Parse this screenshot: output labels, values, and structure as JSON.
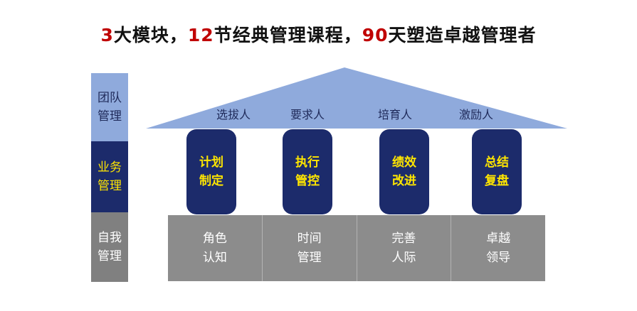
{
  "title": {
    "part1_num": "3",
    "part1_text": "大模块，",
    "part2_num": "12",
    "part2_text": "节经典管理课程，",
    "part3_num": "90",
    "part3_text": "天塑造卓越管理者"
  },
  "side_blocks": [
    {
      "line1": "团队",
      "line2": "管理",
      "bg": "#8faadc",
      "color": "#1f2a5a"
    },
    {
      "line1": "业务",
      "line2": "管理",
      "bg": "#1c2b6b",
      "color": "#ffe600"
    },
    {
      "line1": "自我",
      "line2": "管理",
      "bg": "#808080",
      "color": "#ffffff"
    }
  ],
  "roof_labels": [
    "选拔人",
    "要求人",
    "培育人",
    "激励人"
  ],
  "pillars": [
    {
      "line1": "计划",
      "line2": "制定"
    },
    {
      "line1": "执行",
      "line2": "管控"
    },
    {
      "line1": "绩效",
      "line2": "改进"
    },
    {
      "line1": "总结",
      "line2": "复盘"
    }
  ],
  "base_cells": [
    {
      "line1": "角色",
      "line2": "认知"
    },
    {
      "line1": "时间",
      "line2": "管理"
    },
    {
      "line1": "完善",
      "line2": "人际"
    },
    {
      "line1": "卓越",
      "line2": "领导"
    }
  ],
  "colors": {
    "accent_red": "#c00000",
    "roof_blue": "#8faadc",
    "navy": "#1c2b6b",
    "pillar_text_yellow": "#ffe600",
    "base_gray": "#8c8c8c"
  }
}
